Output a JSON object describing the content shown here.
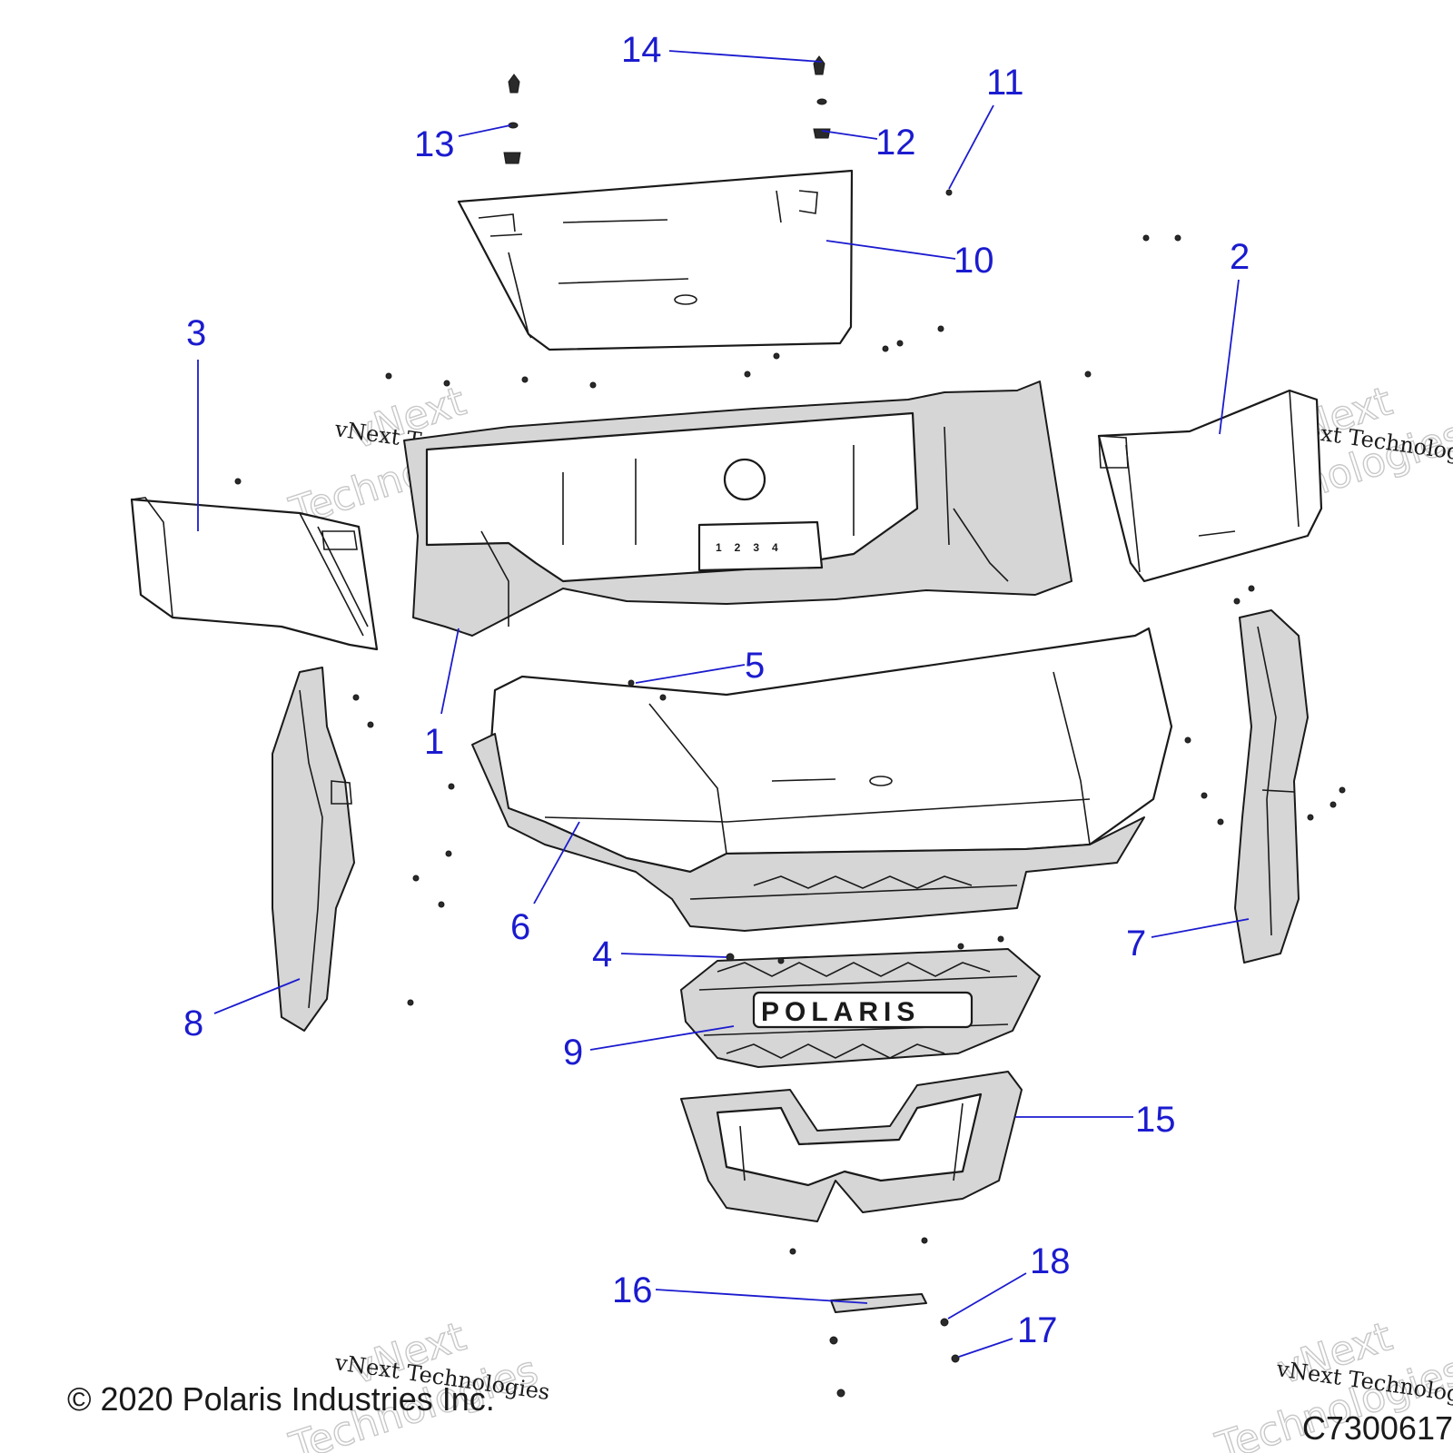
{
  "diagram": {
    "callouts": [
      "1",
      "2",
      "3",
      "4",
      "5",
      "6",
      "7",
      "8",
      "9",
      "10",
      "11",
      "12",
      "13",
      "14",
      "15",
      "16",
      "17",
      "18"
    ],
    "grille_badge": "POLARIS",
    "bracket_numbers": [
      "1",
      "2",
      "3",
      "4"
    ]
  },
  "watermark": {
    "large_line_1": "vNext",
    "large_line_2": "Technologies",
    "small": "vNext Technologies"
  },
  "footer": {
    "copyright": "© 2020 Polaris Industries Inc.",
    "figure_code": "C7300617"
  },
  "colors": {
    "callout": "#1b1bcf",
    "line_art": "#1a1a1a",
    "shade": "#d6d6d6"
  }
}
